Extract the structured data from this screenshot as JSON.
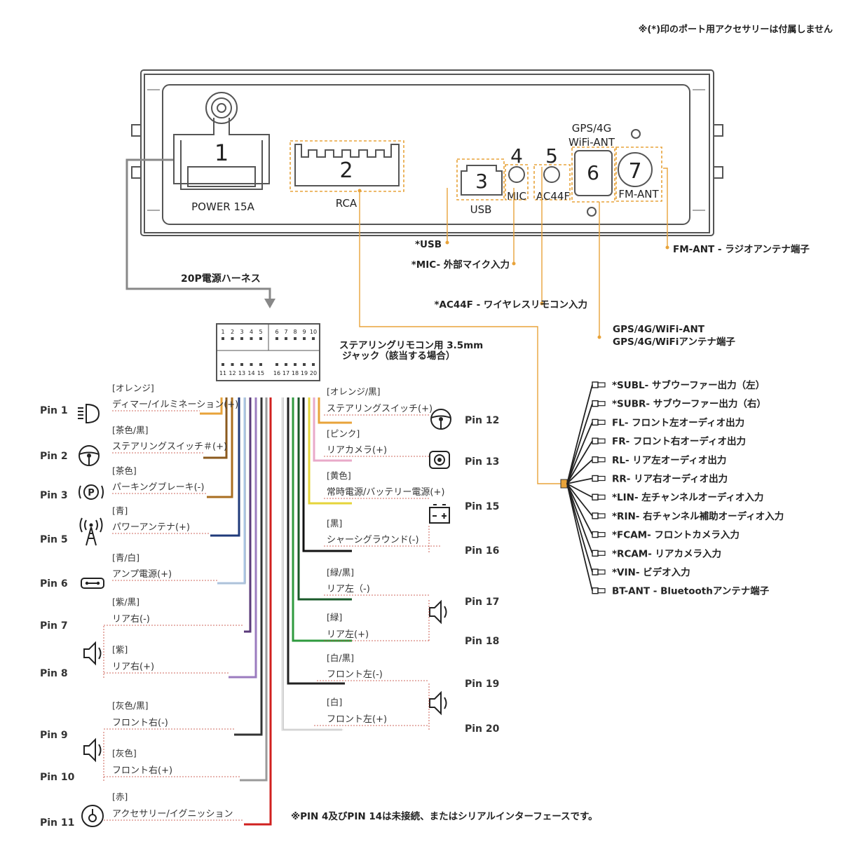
{
  "top_note": "※(*)印のポート用アクセサリーは付属しません",
  "unit": {
    "ports": [
      {
        "num": "1",
        "label": "POWER 15A"
      },
      {
        "num": "2",
        "label": "RCA"
      },
      {
        "num": "3",
        "label": "USB"
      },
      {
        "num": "4",
        "label": "MIC"
      },
      {
        "num": "5",
        "label": "AC44F"
      },
      {
        "num": "6",
        "label_line1": "GPS/4G",
        "label_line2": "WiFi-ANT"
      },
      {
        "num": "7",
        "label": "FM-ANT"
      }
    ]
  },
  "callouts": {
    "usb": "*USB",
    "mic": "*MIC- 外部マイク入力",
    "ac44f": "*AC44F - ワイヤレスリモコン入力",
    "gps_line1": "GPS/4G/WiFi-ANT",
    "gps_line2": "GPS/4G/WiFiアンテナ端子",
    "fm": "FM-ANT - ラジオアンテナ端子"
  },
  "harness": {
    "title": "20P電源ハーネス",
    "top_pins": [
      "1",
      "2",
      "3",
      "4",
      "5",
      "6",
      "7",
      "8",
      "9",
      "10"
    ],
    "bottom_pins": [
      "11",
      "12",
      "13",
      "14",
      "15",
      "16",
      "17",
      "18",
      "19",
      "20"
    ],
    "jack_line1": "ステアリングリモコン用 3.5mm",
    "jack_line2": "ジャック（該当する場合）"
  },
  "left_pins": [
    {
      "pin": "Pin 1",
      "color_name": "[オレンジ]",
      "label": "ディマー/イルミネーション(+)",
      "wire": "#e8a33a",
      "icon": "light-icon"
    },
    {
      "pin": "Pin 2",
      "color_name": "[茶色/黒]",
      "label": "ステアリングスイッチ＃(+)",
      "wire": "#8b5a1e",
      "icon": "steering-wheel-icon"
    },
    {
      "pin": "Pin 3",
      "color_name": "[茶色]",
      "label": "パーキングブレーキ(-)",
      "wire": "#a86d1f",
      "icon": "parking-brake-icon"
    },
    {
      "pin": "Pin 5",
      "color_name": "[青]",
      "label": "パワーアンテナ(+)",
      "wire": "#1f3a7a",
      "icon": "antenna-icon"
    },
    {
      "pin": "Pin 6",
      "color_name": "[青/白]",
      "label": "アンプ電源(+)",
      "wire": "#a9c4e3",
      "icon": "amplifier-icon"
    },
    {
      "pin": "Pin 7",
      "color_name": "[紫/黒]",
      "label": "リア右(-)",
      "wire": "#5a3a7a",
      "icon": ""
    },
    {
      "pin": "Pin 8",
      "color_name": "[紫]",
      "label": "リア右(+)",
      "wire": "#9b7bbf",
      "icon": "speaker-icon"
    },
    {
      "pin": "Pin 9",
      "color_name": "[灰色/黒]",
      "label": "フロント右(-)",
      "wire": "#333333",
      "icon": ""
    },
    {
      "pin": "Pin 10",
      "color_name": "[灰色]",
      "label": "フロント右(+)",
      "wire": "#9a9a9a",
      "icon": "speaker-icon"
    },
    {
      "pin": "Pin 11",
      "color_name": "[赤]",
      "label": "アクセサリー/イグニッション",
      "wire": "#d0201f",
      "icon": "ignition-key-icon"
    }
  ],
  "right_pins": [
    {
      "pin": "Pin 12",
      "color_name": "[オレンジ/黒]",
      "label": "ステアリングスイッチ(+)",
      "wire": "#e8a33a",
      "icon": "steering-wheel-icon"
    },
    {
      "pin": "Pin 13",
      "color_name": "[ピンク]",
      "label": "リアカメラ(+)",
      "wire": "#e9a9c9",
      "icon": "camera-icon"
    },
    {
      "pin": "Pin 15",
      "color_name": "[黄色]",
      "label": "常時電源/バッテリー電源(+)",
      "wire": "#e6d43a",
      "icon": "battery-icon"
    },
    {
      "pin": "Pin 16",
      "color_name": "[黒]",
      "label": "シャーシグラウンド(-)",
      "wire": "#111111",
      "icon": ""
    },
    {
      "pin": "Pin 17",
      "color_name": "[緑/黒]",
      "label": "リア左（-)",
      "wire": "#1a5a2a",
      "icon": ""
    },
    {
      "pin": "Pin 18",
      "color_name": "[緑]",
      "label": "リア左(+)",
      "wire": "#2e9a3e",
      "icon": "speaker-icon"
    },
    {
      "pin": "Pin 19",
      "color_name": "[白/黒]",
      "label": "フロント左(-)",
      "wire": "#222222",
      "icon": ""
    },
    {
      "pin": "Pin 20",
      "color_name": "[白]",
      "label": "フロント左(+)",
      "wire": "#dddddd",
      "icon": "speaker-icon"
    }
  ],
  "rca_outputs": [
    "*SUBL- サブウーファー出力（左）",
    "*SUBR- サブウーファー出力（右）",
    "FL- フロント左オーディオ出力",
    "FR- フロント右オーディオ出力",
    "RL- リア左オーディオ出力",
    "RR- リア右オーディオ出力",
    "*LIN- 左チャンネルオーディオ入力",
    "*RIN- 右チャンネル補助オーディオ入力",
    "*FCAM- フロントカメラ入力",
    "*RCAM- リアカメラ入力",
    "*VIN- ビデオ入力",
    "BT-ANT - Bluetoothアンテナ端子"
  ],
  "bottom_note": "※PIN 4及びPIN 14は未接続、またはシリアルインターフェースです。",
  "colors": {
    "accent_orange": "#e8a33a",
    "dashed_red": "#c0392b",
    "harness_gray": "#888888"
  }
}
